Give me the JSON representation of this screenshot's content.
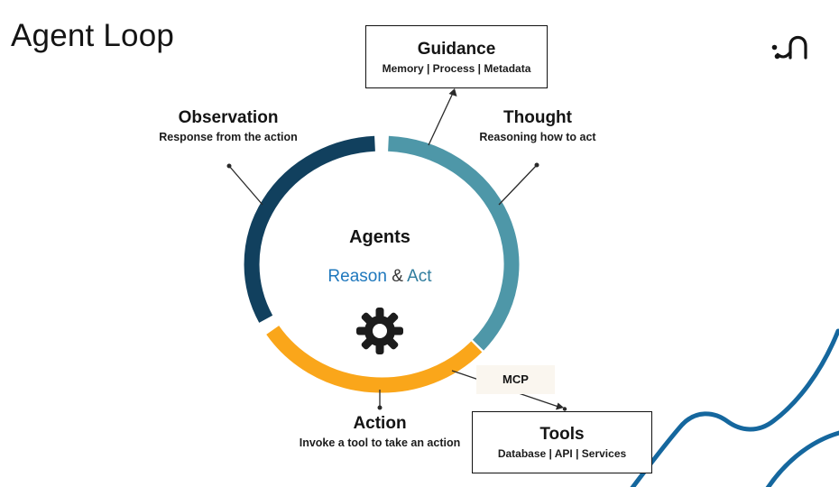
{
  "page": {
    "title": "Agent Loop"
  },
  "brand": {
    "logo_icon": "hook-and-dots-logo-icon"
  },
  "diagram": {
    "center": {
      "title": "Agents",
      "reason": "Reason",
      "ampersand": " & ",
      "act": "Act",
      "reason_color": "#1f78bd",
      "act_color": "#2f7d9e",
      "gear_icon": "gear-icon"
    },
    "ring": {
      "observation_color": "#11405e",
      "thought_color": "#4e97a8",
      "action_color": "#faa61a",
      "connector_color": "#2a2a2a"
    },
    "stages": {
      "observation": {
        "title": "Observation",
        "subtitle": "Response from the action"
      },
      "thought": {
        "title": "Thought",
        "subtitle": "Reasoning how to act"
      },
      "action": {
        "title": "Action",
        "subtitle": "Invoke a tool to take an action"
      }
    },
    "boxes": {
      "guidance": {
        "title": "Guidance",
        "subtitle": "Memory | Process | Metadata"
      },
      "tools": {
        "title": "Tools",
        "subtitle": "Database | API | Services"
      },
      "mcp": {
        "label": "MCP"
      }
    },
    "decor": {
      "wave_color": "#15679e"
    }
  }
}
